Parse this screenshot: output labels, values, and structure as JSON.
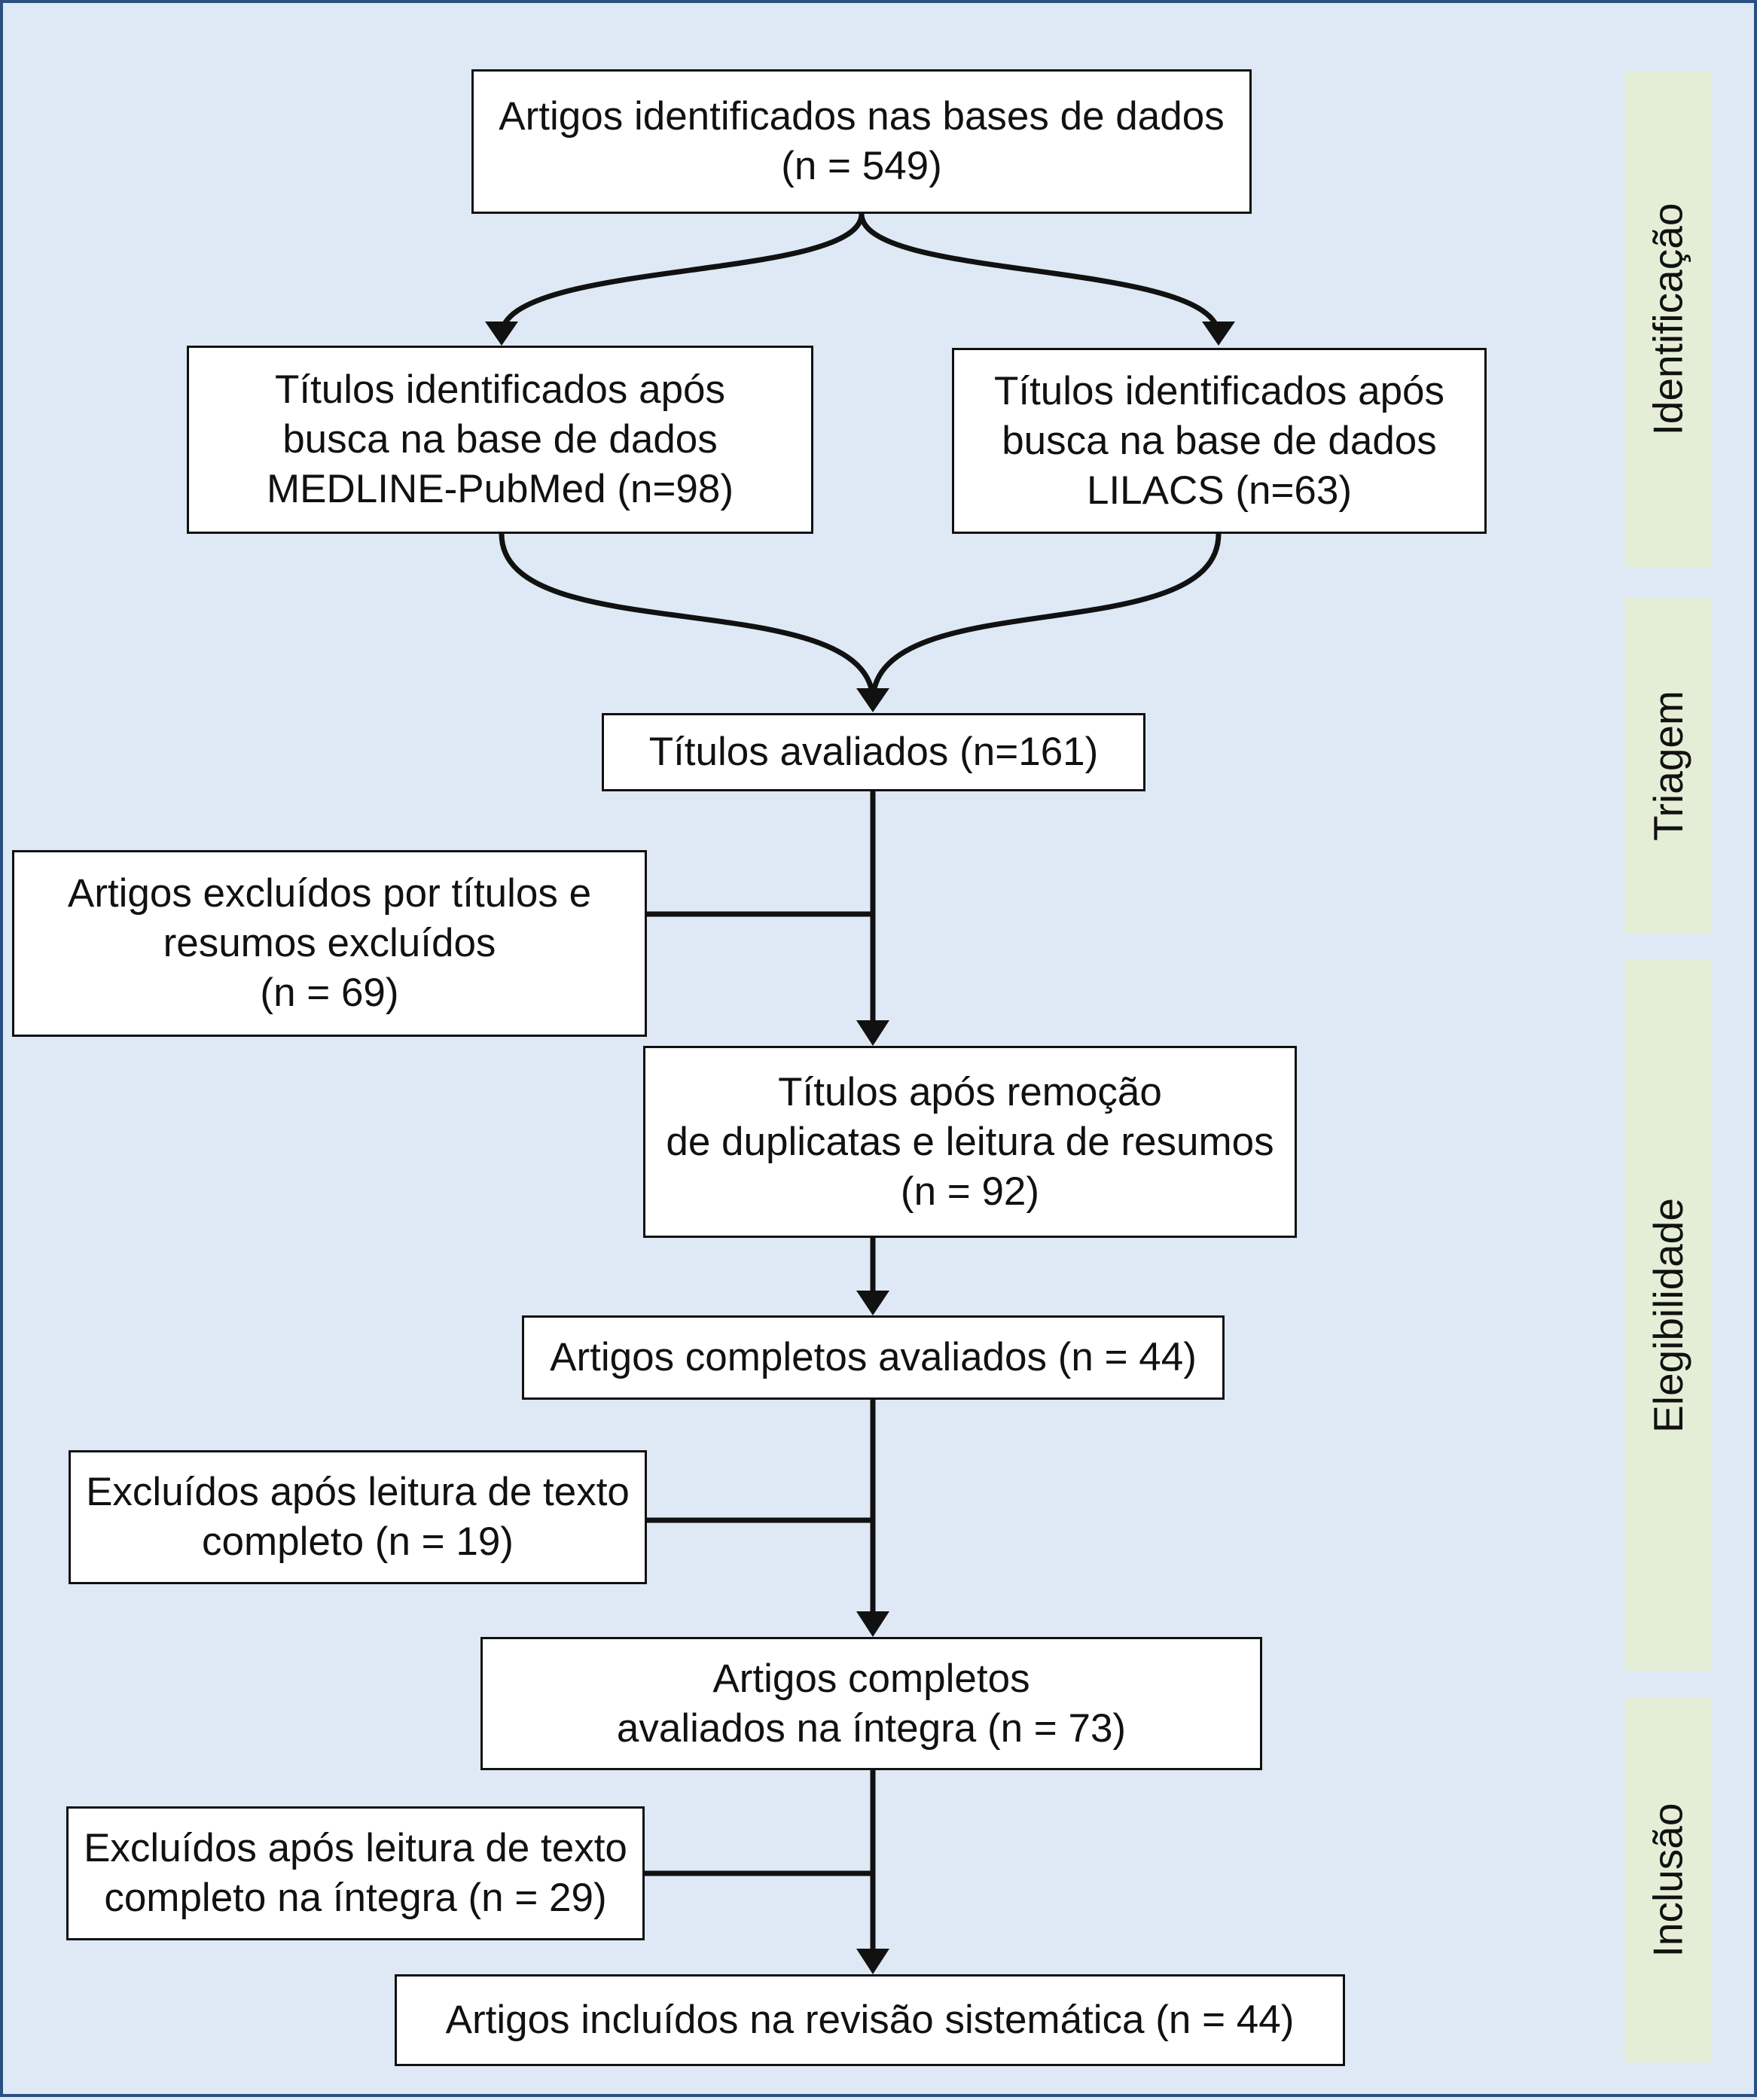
{
  "stages": [
    {
      "id": "identificacao",
      "label": "Identificação"
    },
    {
      "id": "triagem",
      "label": "Triagem"
    },
    {
      "id": "elegibilidade",
      "label": "Elegibilidade"
    },
    {
      "id": "inclusao",
      "label": "Inclusão"
    }
  ],
  "boxes": {
    "identified": [
      "Artigos identificados nas bases de dados",
      "(n = 549)"
    ],
    "medline": [
      "Títulos identificados após",
      "busca na base de dados",
      "MEDLINE-PubMed (n=98)"
    ],
    "lilacs": [
      "Títulos identificados após",
      "busca na base de dados",
      "LILACS (n=63)"
    ],
    "titles_evaluated": [
      "Títulos avaliados (n=161)"
    ],
    "excluded_titles": [
      "Artigos excluídos por títulos e",
      "resumos excluídos",
      "(n = 69)"
    ],
    "after_duplicates": [
      "Títulos após remoção",
      "de duplicatas e leitura de resumos",
      "(n = 92)"
    ],
    "full_evaluated": [
      "Artigos completos avaliados (n = 44)"
    ],
    "excluded_full": [
      "Excluídos após leitura de texto",
      "completo (n = 19)"
    ],
    "full_integral": [
      "Artigos completos",
      "avaliados na íntegra (n = 73)"
    ],
    "excluded_integral": [
      "Excluídos após leitura de texto",
      "completo na íntegra (n = 29)"
    ],
    "included": [
      "Artigos incluídos na revisão sistemática (n = 44)"
    ]
  },
  "colors": {
    "background": "#dfe9f5",
    "frame_border": "#2a4f80",
    "stage_fill": "#e4eed6",
    "box_fill": "#ffffff",
    "line": "#111111"
  }
}
